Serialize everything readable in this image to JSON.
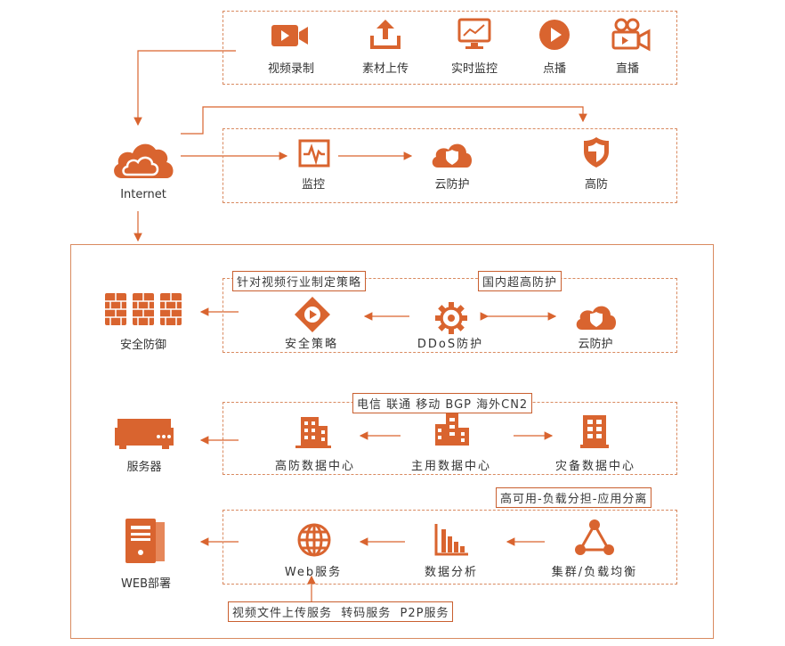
{
  "top_row": {
    "items": [
      {
        "label": "视频录制",
        "icon": "video-camera-icon"
      },
      {
        "label": "素材上传",
        "icon": "upload-icon"
      },
      {
        "label": "实时监控",
        "icon": "monitor-icon"
      },
      {
        "label": "点播",
        "icon": "play-icon"
      },
      {
        "label": "直播",
        "icon": "movie-camera-icon"
      }
    ]
  },
  "internet": {
    "label": "Internet",
    "icon": "cloud-icon"
  },
  "security_row": {
    "items": [
      {
        "label": "监控",
        "icon": "pulse-monitor-icon"
      },
      {
        "label": "云防护",
        "icon": "cloud-shield-icon"
      },
      {
        "label": "高防",
        "icon": "shield-icon"
      }
    ]
  },
  "group1": {
    "tags": [
      "针对视频行业制定策略",
      "国内超高防护"
    ],
    "items": [
      {
        "label": "安全策略",
        "icon": "diamond-play-icon"
      },
      {
        "label": "DDoS防护",
        "icon": "gear-icon"
      },
      {
        "label": "云防护",
        "icon": "cloud-shield-icon"
      }
    ],
    "side": {
      "label": "安全防御",
      "icon": "firewall-icon"
    }
  },
  "group2": {
    "tag": "电信 联通 移动 BGP 海外CN2",
    "items": [
      {
        "label": "高防数据中心",
        "icon": "building-icon"
      },
      {
        "label": "主用数据中心",
        "icon": "buildings-icon"
      },
      {
        "label": "灾备数据中心",
        "icon": "office-icon"
      }
    ],
    "side": {
      "label": "服务器",
      "icon": "server-icon"
    }
  },
  "group3": {
    "tag": "高可用-负载分担-应用分离",
    "items": [
      {
        "label": "Web服务",
        "icon": "globe-icon"
      },
      {
        "label": "数据分析",
        "icon": "bar-chart-icon"
      },
      {
        "label": "集群/负载均衡",
        "icon": "network-triangle-icon"
      }
    ],
    "side": {
      "label": "WEB部署",
      "icon": "computer-tower-icon"
    },
    "bottom_tag": "视频文件上传服务  转码服务  P2P服务"
  },
  "colors": {
    "accent": "#d9642f",
    "border": "#d98a60"
  }
}
